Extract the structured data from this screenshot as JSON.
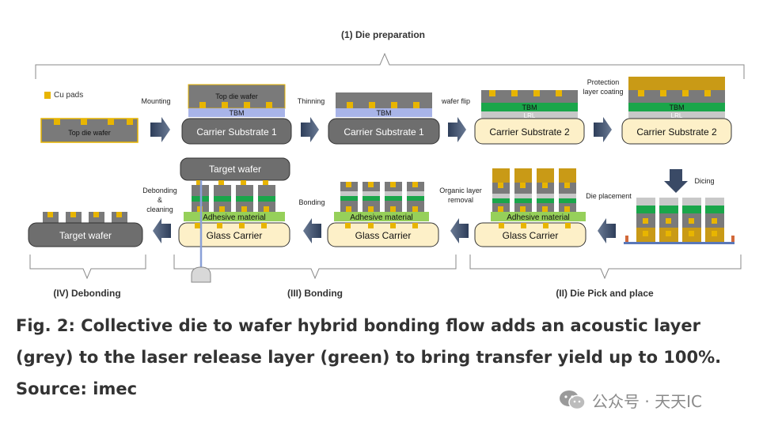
{
  "sections": {
    "die_preparation": "(1) Die preparation",
    "die_pick_place": "(II) Die Pick and place",
    "bonding": "(III) Bonding",
    "debonding": "(IV) Debonding"
  },
  "steps": {
    "mounting": "Mounting",
    "thinning": "Thinning",
    "wafer_flip": "wafer flip",
    "protection_coating": [
      "Protection",
      "layer coating"
    ],
    "dicing": "Dicing",
    "die_placement": "Die placement",
    "organic_removal": [
      "Organic layer",
      "removal"
    ],
    "bonding": "Bonding",
    "debonding_cleaning": [
      "Debonding",
      "&",
      "cleaning"
    ]
  },
  "labels": {
    "cu_pads": "Cu pads",
    "top_die_wafer": "Top die wafer",
    "top_die_wafer_lower": "Top die wafer",
    "tbm": "TBM",
    "lrl": "LRL",
    "carrier_substrate_1": "Carrier Substrate 1",
    "carrier_substrate_2": "Carrier Substrate 2",
    "adhesive_material": "Adhesive material",
    "glass_carrier": "Glass Carrier",
    "target_wafer": "Target wafer"
  },
  "caption": {
    "line1": "Fig. 2: Collective die to wafer hybrid bonding flow adds an acoustic layer",
    "line2": "(grey) to the laser release layer (green) to bring transfer yield up to 100%.",
    "line3": "Source: imec"
  },
  "watermark": "公众号 · 天天IC",
  "colors": {
    "die_grey": "#7a7a7a",
    "cu_pad": "#e8b500",
    "tbm_blue": "#a8b4e8",
    "lrl_green": "#1aa64a",
    "acoustic_grey": "#c8c8c8",
    "protection_gold": "#c99a16",
    "carrier_grey": "#6e6e6e",
    "glass_cream": "#fdf0c8",
    "adhesive_green": "#96d05a",
    "arrow_blue": "#3a4a66",
    "bracket": "#8a8a8a"
  },
  "icons": [
    "right-arrow-icon",
    "left-arrow-icon",
    "down-arrow-icon",
    "bracket-icon",
    "wechat-icon"
  ]
}
